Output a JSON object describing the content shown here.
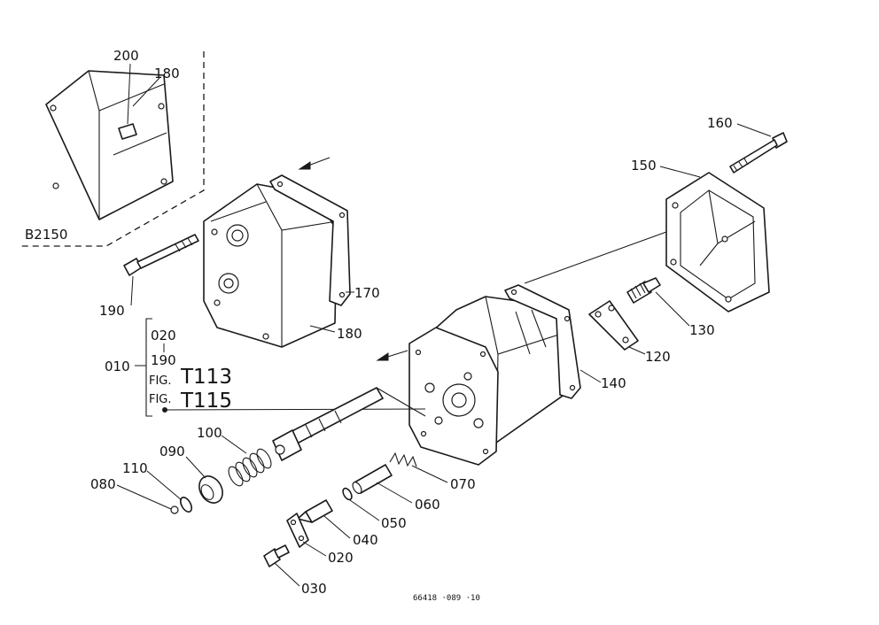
{
  "labels": {
    "p200": "200",
    "p180_top": "180",
    "model": "B2150",
    "p190": "190",
    "p170": "170",
    "p180": "180",
    "p160": "160",
    "p150": "150",
    "p130": "130",
    "p120": "120",
    "p140": "140",
    "p010": "010",
    "p020_group": "020",
    "p190_group": "190",
    "fig_word_1": "FIG.",
    "fig_num_1": "T113",
    "fig_word_2": "FIG.",
    "fig_num_2": "T115",
    "p100": "100",
    "p090": "090",
    "p110": "110",
    "p080": "080",
    "p070": "070",
    "p060": "060",
    "p050": "050",
    "p040": "040",
    "p020": "020",
    "p030": "030"
  },
  "footer": {
    "code": "66418 ·089 ·10"
  }
}
